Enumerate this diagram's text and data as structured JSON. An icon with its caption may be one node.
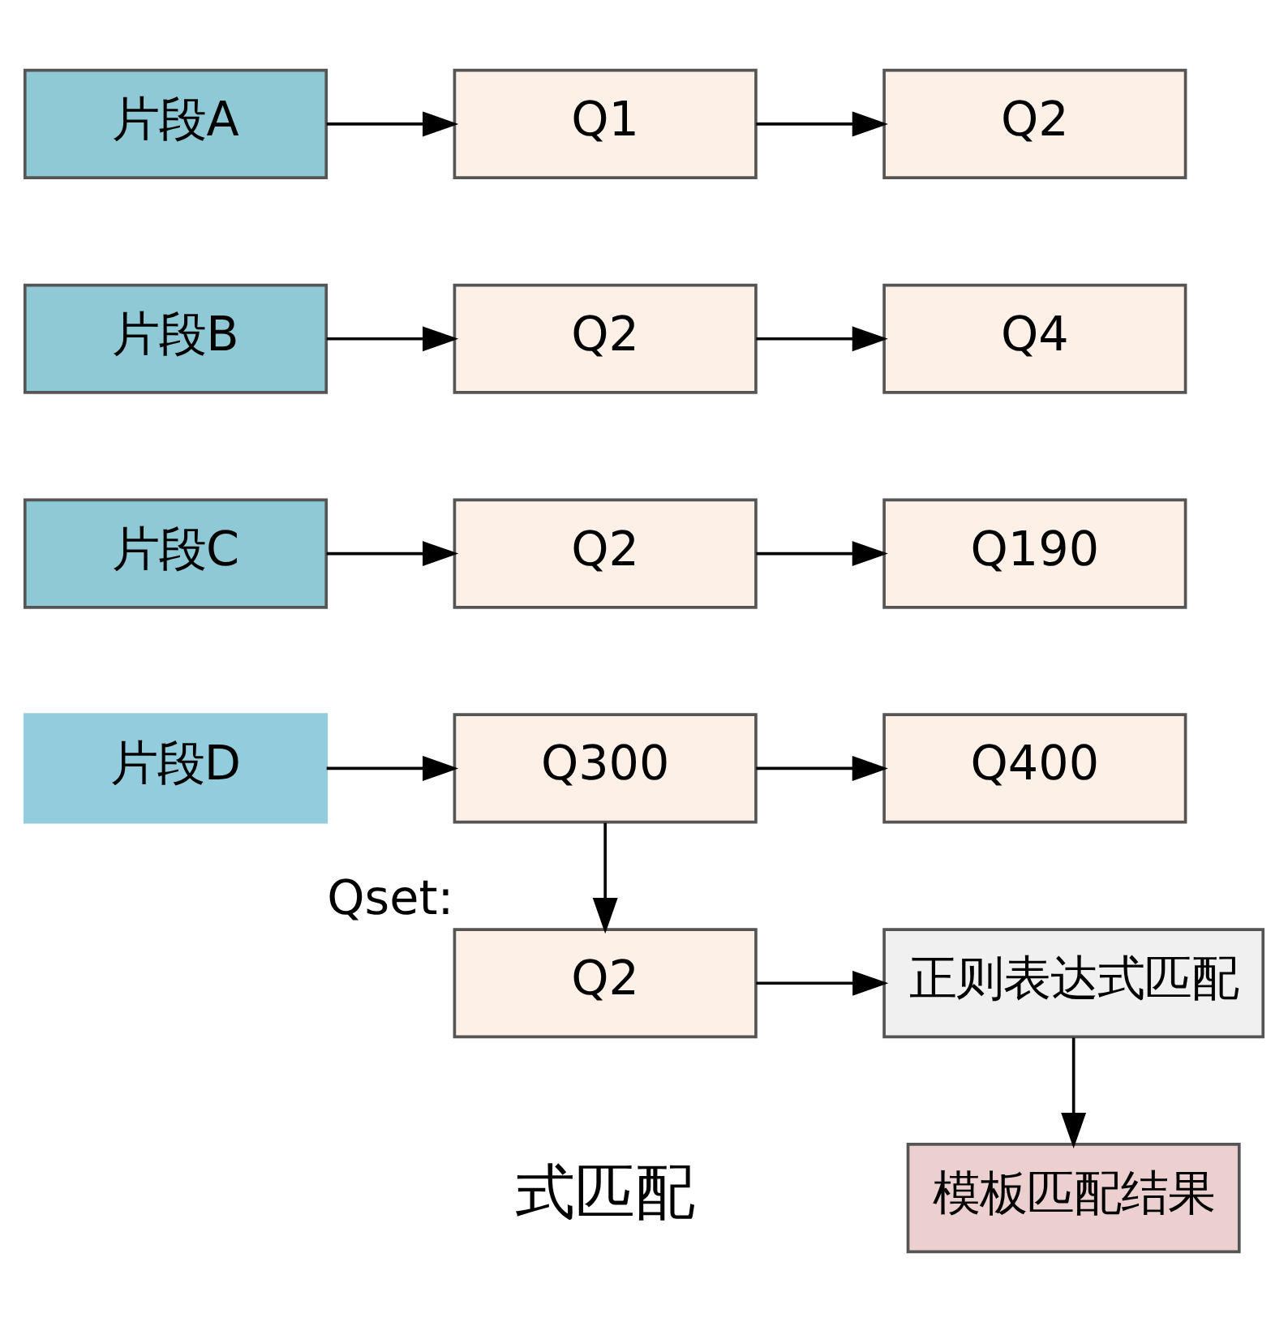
{
  "diagram": {
    "nodes": [
      {
        "text": [
          "片段A"
        ]
      },
      {
        "text": [
          "Q1"
        ]
      },
      {
        "text": [
          "Q2"
        ]
      },
      {
        "text": [
          "片段B"
        ]
      },
      {
        "text": [
          "Q2"
        ]
      },
      {
        "text": [
          "Q4"
        ]
      },
      {
        "text": [
          "片段C"
        ]
      },
      {
        "text": [
          "Q2"
        ]
      },
      {
        "text": [
          "Q190"
        ]
      },
      {
        "text": [
          "片段D"
        ]
      },
      {
        "text": [
          "Q300"
        ]
      },
      {
        "text": [
          "Q400"
        ]
      },
      {
        "text": [
          "Q2"
        ],
        "beside": [
          "Qset:"
        ]
      },
      {
        "text": [
          "正则表达式匹配"
        ]
      },
      {
        "text": [
          "模板匹配结果"
        ]
      }
    ],
    "edges": [
      {
        "from": 0,
        "to": 1,
        "arrow": "to"
      },
      {
        "from": 1,
        "to": 2,
        "arrow": "to"
      },
      {
        "from": 3,
        "to": 4,
        "arrow": "to"
      },
      {
        "from": 4,
        "to": 5,
        "arrow": "to"
      },
      {
        "from": 6,
        "to": 7,
        "arrow": "to"
      },
      {
        "from": 7,
        "to": 8,
        "arrow": "to"
      },
      {
        "from": 9,
        "to": 10,
        "arrow": "to"
      },
      {
        "from": 10,
        "to": 11,
        "arrow": "to"
      },
      {
        "from": 10,
        "to": 12,
        "arrow": "to"
      },
      {
        "from": 12,
        "to": 13,
        "arrow": "to"
      },
      {
        "from": 13,
        "to": 14,
        "arrow": "to"
      }
    ],
    "labels": [
      "式匹配"
    ]
  }
}
